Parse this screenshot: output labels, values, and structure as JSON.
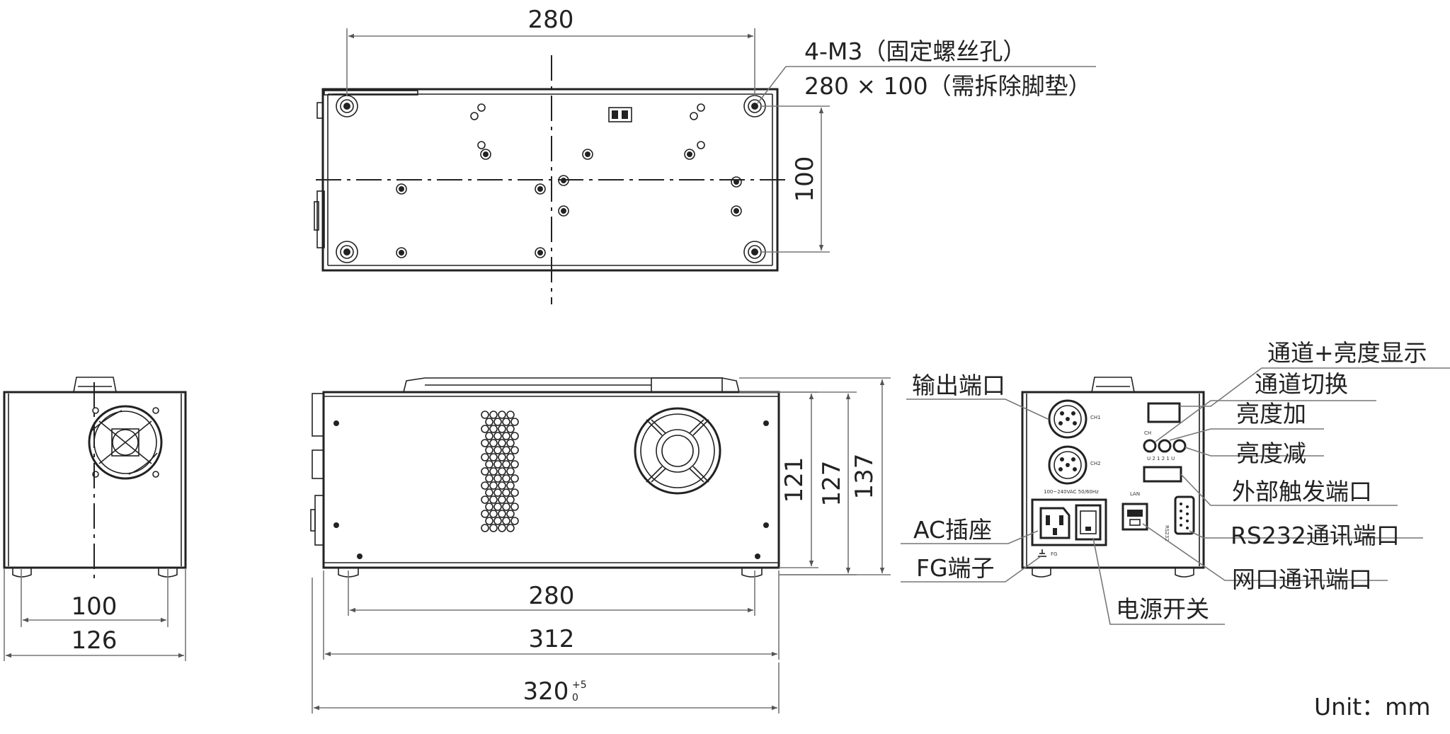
{
  "dimensions": {
    "top_width": "280",
    "top_depth": "100",
    "side_height_a": "121",
    "side_height_b": "127",
    "side_height_c": "137",
    "side_hole_spacing": "280",
    "side_body_length": "312",
    "side_total_length": "320",
    "side_total_tolerance_upper": "+5",
    "side_total_tolerance_lower": "0",
    "front_inner_width": "100",
    "front_width": "126"
  },
  "annotations": {
    "mount_holes": "4-M3（固定螺丝孔）",
    "mount_spacing": "280 × 100（需拆除脚垫）"
  },
  "callouts": {
    "output_port": "输出端口",
    "ac_socket": "AC插座",
    "fg_terminal": "FG端子",
    "power_switch": "电源开关",
    "channel_brightness_display": "通道+亮度显示",
    "channel_switch": "通道切换",
    "brightness_up": "亮度加",
    "brightness_down": "亮度减",
    "external_trigger_port": "外部触发端口",
    "rs232_port": "RS232通讯端口",
    "lan_port": "网口通讯端口"
  },
  "panel_text": {
    "ch1": "CH1",
    "ch2": "CH2",
    "voltage": "100~240VAC 50/60Hz",
    "lan": "LAN",
    "rs232": "RS232",
    "fg": "FG",
    "ch": "CH",
    "button_marks": "U 2 1 2 1 U"
  },
  "unit": "Unit：mm"
}
